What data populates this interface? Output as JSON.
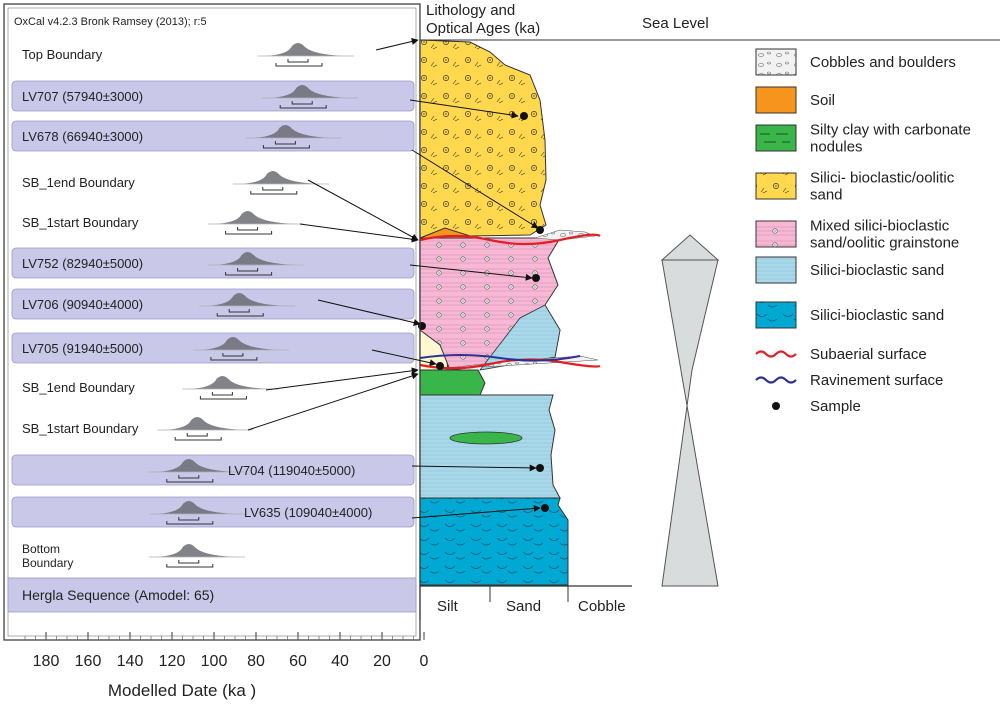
{
  "oxcal": {
    "header": "OxCal v4.2.3 Bronk Ramsey (2013); r:5",
    "rows": [
      {
        "label": "Top Boundary",
        "type": "boundary",
        "peak": 60
      },
      {
        "label": "LV707 (57940±3000)",
        "type": "sample",
        "peak": 58
      },
      {
        "label": "LV678 (66940±3000)",
        "type": "sample",
        "peak": 66
      },
      {
        "label": "SB_1end Boundary",
        "type": "boundary",
        "peak": 72
      },
      {
        "label": "SB_1start Boundary",
        "type": "boundary",
        "peak": 84
      },
      {
        "label": "LV752 (82940±5000)",
        "type": "sample",
        "peak": 84
      },
      {
        "label": "LV706 (90940±4000)",
        "type": "sample",
        "peak": 88
      },
      {
        "label": "LV705 (91940±5000)",
        "type": "sample",
        "peak": 91
      },
      {
        "label": "SB_1end Boundary",
        "type": "boundary",
        "peak": 96
      },
      {
        "label": "SB_1start Boundary",
        "type": "boundary",
        "peak": 108
      },
      {
        "label": "LV704 (119040±5000)",
        "type": "sample",
        "peak": 112
      },
      {
        "label": "LV635 (109040±4000)",
        "type": "sample",
        "peak": 112
      },
      {
        "label": "Bottom\nBoundary",
        "type": "boundary",
        "peak": 112
      }
    ],
    "sequence_label": "Hergla Sequence (Amodel: 65)",
    "x_ticks": [
      "180",
      "160",
      "140",
      "120",
      "100",
      "80",
      "60",
      "40",
      "20",
      "0"
    ],
    "x_label": "Modelled Date (ka )"
  },
  "column": {
    "title_line1": "Lithology and",
    "title_line2": "Optical Ages (ka)",
    "sea_level": "Sea Level",
    "grain_sizes": [
      "Silt",
      "Sand",
      "Cobble"
    ]
  },
  "legend": [
    {
      "label": "Cobbles and boulders",
      "swatch": "cobbles",
      "color": "#f2f2f2"
    },
    {
      "label": "Soil",
      "swatch": "soil",
      "color": "#f7941d"
    },
    {
      "label": "Silty clay with carbonate\nnodules",
      "swatch": "clay",
      "color": "#3ab54a"
    },
    {
      "label": "Silici- bioclastic/oolitic\nsand",
      "swatch": "oolitic",
      "color": "#ffd84d"
    },
    {
      "label": "Mixed silici-bioclastic\nsand/oolitic grainstone",
      "swatch": "mixed",
      "color": "#f6b8d4"
    },
    {
      "label": "Silici-bioclastic sand",
      "swatch": "light-blue",
      "color": "#a8d8ea"
    },
    {
      "label": "Silici-bioclastic sand",
      "swatch": "dark-blue",
      "color": "#00a9d4"
    },
    {
      "label": "Subaerial surface",
      "swatch": "red-wave",
      "color": "#e31e24"
    },
    {
      "label": "Ravinement surface",
      "swatch": "blue-wave",
      "color": "#2e3192"
    },
    {
      "label": "Sample",
      "swatch": "dot",
      "color": "#111111"
    }
  ]
}
